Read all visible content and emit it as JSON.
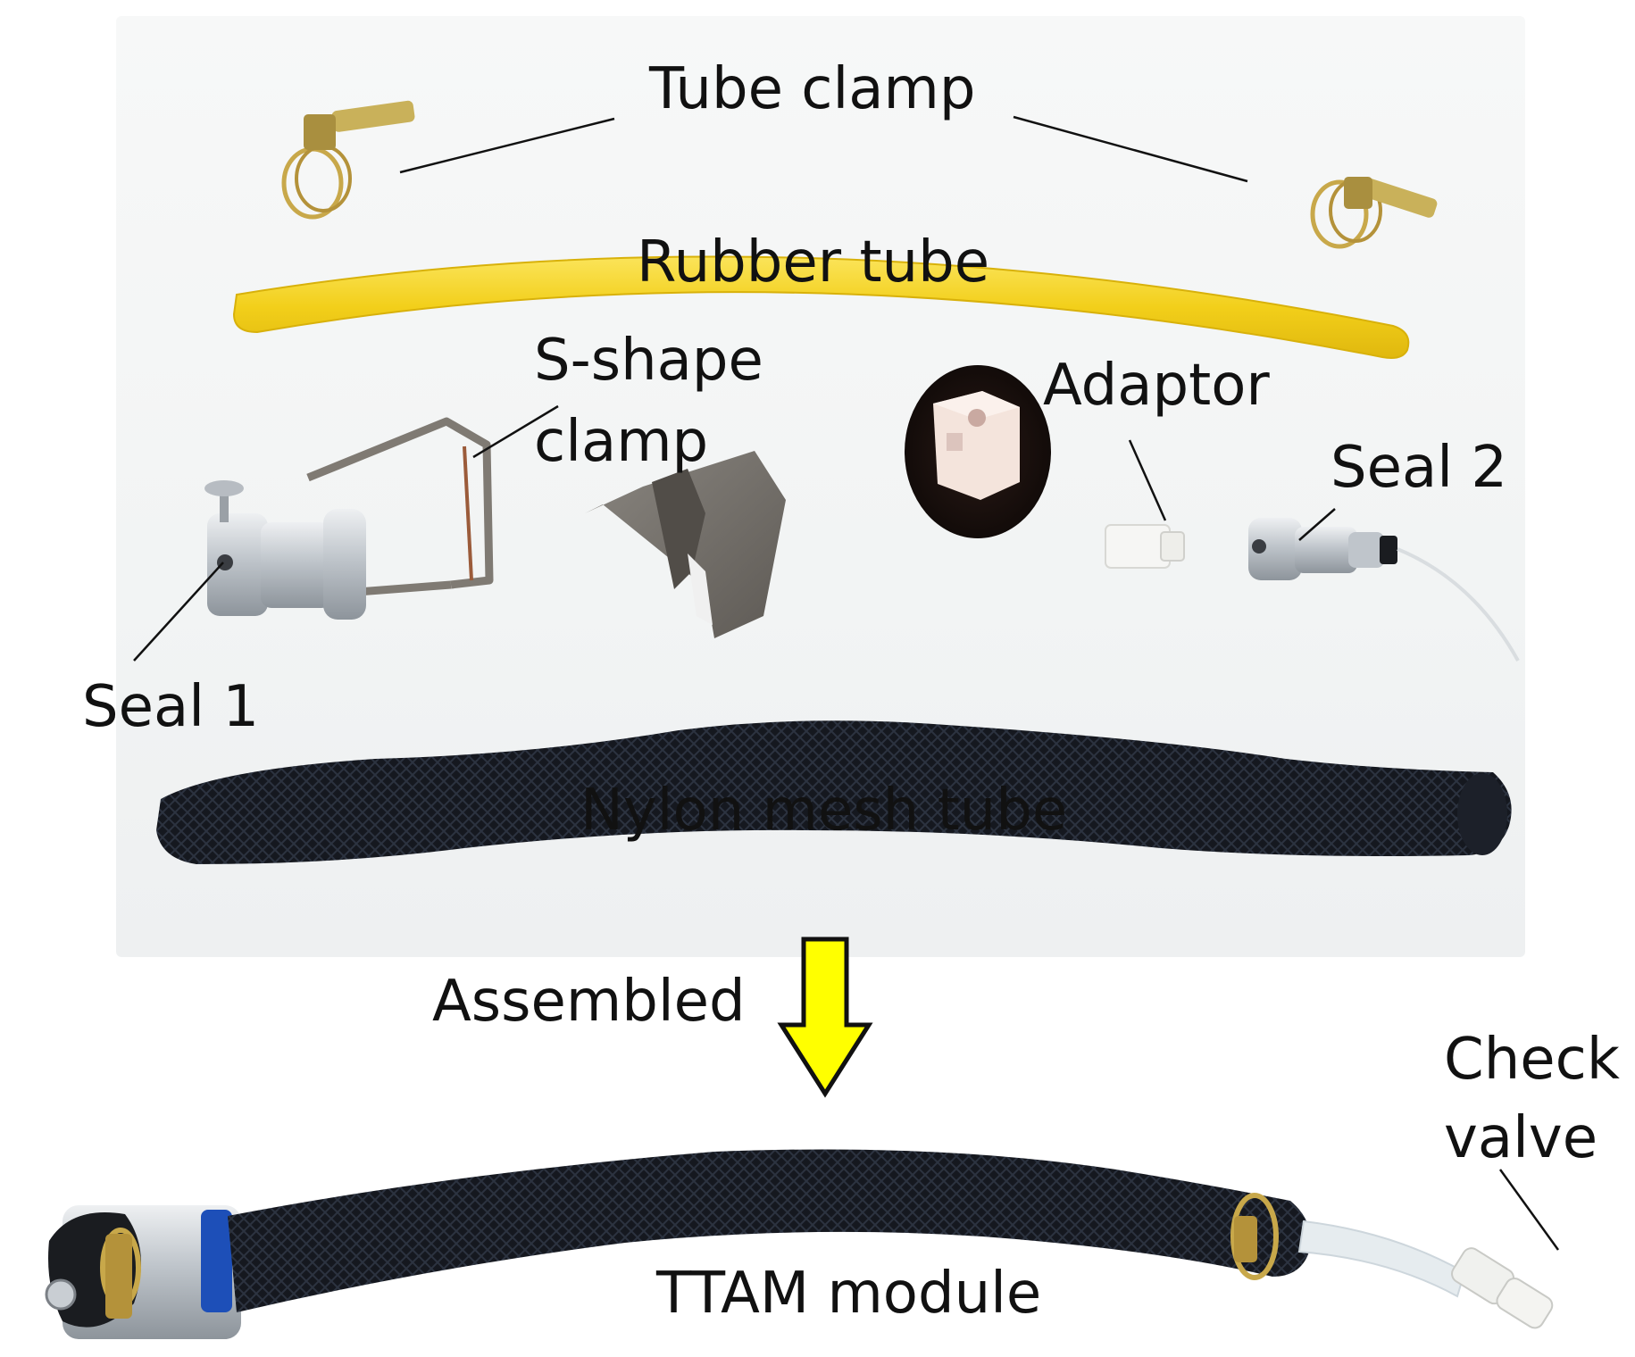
{
  "labels": {
    "tube_clamp": "Tube clamp",
    "rubber_tube": "Rubber tube",
    "s_shape_line1": "S-shape",
    "s_shape_line2": "clamp",
    "adaptor": "Adaptor",
    "seal2": "Seal 2",
    "seal1": "Seal 1",
    "nylon_mesh_tube": "Nylon mesh tube",
    "assembled": "Assembled",
    "check_valve_line1": "Check",
    "check_valve_line2": "valve",
    "ttam_module": "TTAM module"
  },
  "colors": {
    "arrow_fill": "#ffff00",
    "rubber_tube": "#f4d21e",
    "mesh_tube": "#14171f",
    "metal": "#c9ced3",
    "background": "#f3f5f5"
  }
}
